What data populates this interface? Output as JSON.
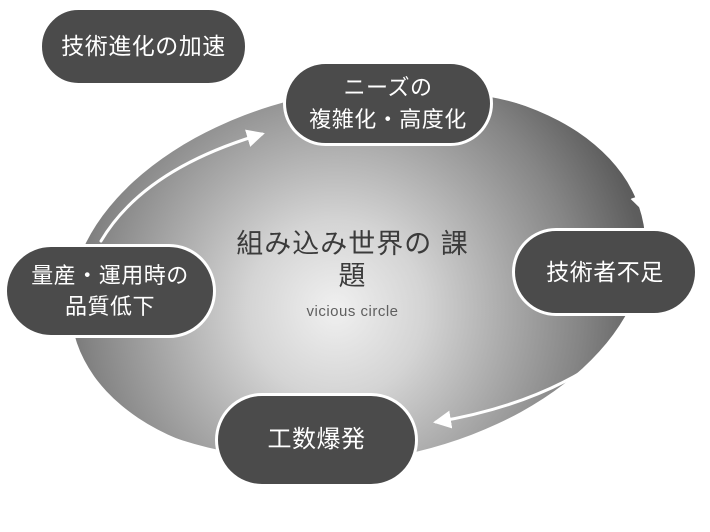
{
  "title": {
    "line1": "組み込み世界の",
    "line2": "課題",
    "subtitle": "vicious circle"
  },
  "nodes": {
    "tech_evolution": {
      "label": "技術進化の加速"
    },
    "needs": {
      "line1": "ニーズの",
      "line2": "複雑化・高度化"
    },
    "engineer_shortage": {
      "label": "技術者不足"
    },
    "manhour_explosion": {
      "label": "工数爆発"
    },
    "quality_decline": {
      "line1": "量産・運用時の",
      "line2": "品質低下"
    }
  },
  "colors": {
    "bubble_fill": "#4b4b4b",
    "bubble_border": "#ffffff",
    "bubble_text": "#ffffff",
    "title_text": "#3b3b3b",
    "subtitle_text": "#5f5f5f",
    "arrow": "#ffffff",
    "ellipse_center": "#f0f0f0",
    "ellipse_edge": "#5d5d5d",
    "background": "#ffffff"
  }
}
